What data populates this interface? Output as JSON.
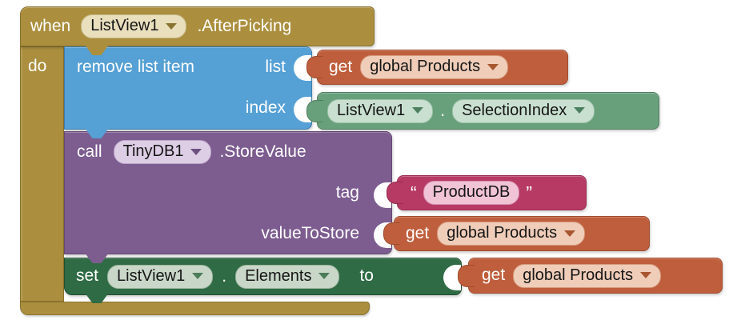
{
  "event_block": {
    "keyword": "when",
    "component": "ListView1",
    "event_name": ".AfterPicking",
    "do_label": "do"
  },
  "remove_list_item_block": {
    "label": "remove list item",
    "list_arg": "list",
    "index_arg": "index"
  },
  "get_list_block": {
    "keyword": "get",
    "variable": "global Products"
  },
  "selection_index_block": {
    "component": "ListView1",
    "dot": ".",
    "property": "SelectionIndex"
  },
  "call_block": {
    "keyword": "call",
    "component": "TinyDB1",
    "method": ".StoreValue",
    "tag_arg": "tag",
    "value_arg": "valueToStore"
  },
  "text_block": {
    "open_quote": "“",
    "value": "ProductDB",
    "close_quote": "”"
  },
  "get_value_block": {
    "keyword": "get",
    "variable": "global Products"
  },
  "set_block": {
    "keyword": "set",
    "component": "ListView1",
    "dot": ".",
    "property": "Elements",
    "to_label": "to"
  },
  "get_set_block": {
    "keyword": "get",
    "variable": "global Products"
  },
  "colors": {
    "event_gold": "#AB8F3E",
    "list_blue": "#55A0D5",
    "variable_orange": "#BF5E3C",
    "component_getter_green": "#68A07C",
    "method_purple": "#7D5D90",
    "text_pink": "#B73A65",
    "property_setter_green": "#2F6B45",
    "workspace_background": "#FFFFFF"
  }
}
